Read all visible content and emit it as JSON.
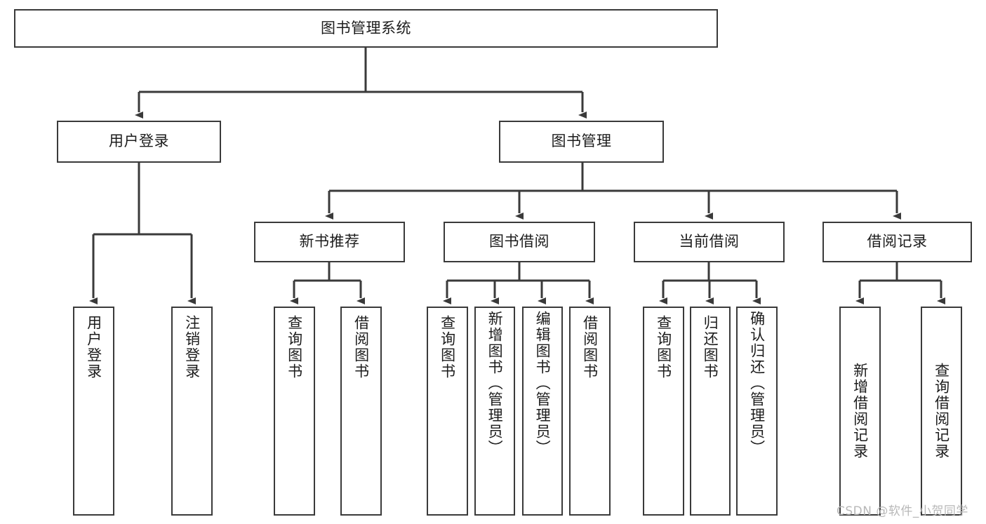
{
  "diagram": {
    "title": "图书管理系统",
    "type": "tree-hierarchy",
    "root": {
      "label": "图书管理系统"
    },
    "level2": [
      {
        "label": "用户登录"
      },
      {
        "label": "图书管理"
      }
    ],
    "level3": [
      {
        "label": "新书推荐"
      },
      {
        "label": "图书借阅"
      },
      {
        "label": "当前借阅"
      },
      {
        "label": "借阅记录"
      }
    ],
    "leaves": {
      "user_login": [
        {
          "label": "用户登录"
        },
        {
          "label": "注销登录"
        }
      ],
      "new_book_recommend": [
        {
          "label": "查询图书"
        },
        {
          "label": "借阅图书"
        }
      ],
      "book_borrow": [
        {
          "label": "查询图书"
        },
        {
          "label": "新增图书（管理员）"
        },
        {
          "label": "编辑图书（管理员）"
        },
        {
          "label": "借阅图书"
        }
      ],
      "current_borrow": [
        {
          "label": "查询图书"
        },
        {
          "label": "归还图书"
        },
        {
          "label": "确认归还（管理员）"
        }
      ],
      "borrow_record": [
        {
          "label": "新增借阅记录"
        },
        {
          "label": "查询借阅记录"
        }
      ]
    },
    "colors": {
      "stroke": "#3a3a3a",
      "fill": "#ffffff",
      "text": "#1c1c1c",
      "watermark": "#b8b8b8"
    }
  },
  "watermark": {
    "text": "CSDN @软件_小贺同学"
  }
}
